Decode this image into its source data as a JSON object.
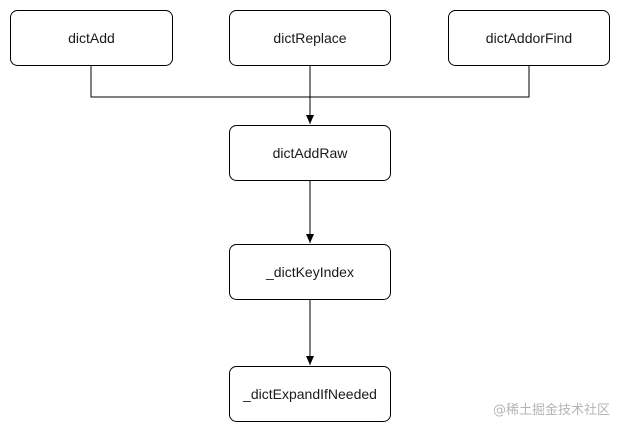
{
  "nodes": {
    "dictAdd": "dictAdd",
    "dictReplace": "dictReplace",
    "dictAddorFind": "dictAddorFind",
    "dictAddRaw": "dictAddRaw",
    "dictKeyIndex": "_dictKeyIndex",
    "dictExpandIfNeeded": "_dictExpandIfNeeded"
  },
  "watermark": "@稀土掘金技术社区",
  "colors": {
    "line": "#000000",
    "box_fill": "#ffffff",
    "text": "#1a1a1a",
    "watermark": "#b5b5b5"
  }
}
